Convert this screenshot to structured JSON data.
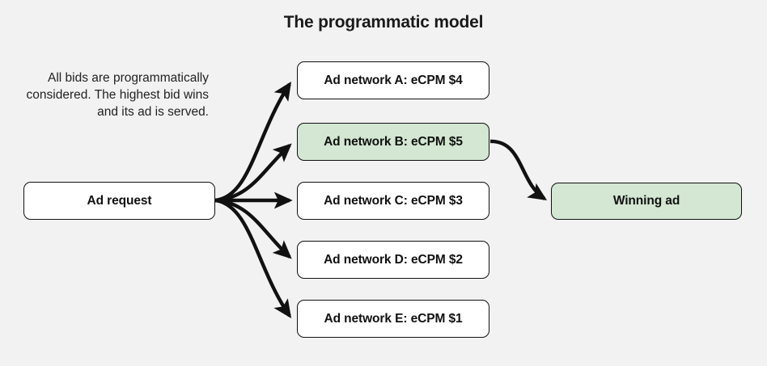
{
  "page": {
    "title": "The programmatic model",
    "background_color": "#f2f2f2",
    "text_color": "#1a1a1a"
  },
  "caption": {
    "text": "All bids are programmatically considered. The highest bid wins and its ad is served."
  },
  "diagram": {
    "type": "flow-diagram",
    "accent_green": "#d3e7d2",
    "stroke_color": "#111111",
    "source": {
      "id": "ad-request",
      "label": "Ad request",
      "highlighted": false
    },
    "networks": [
      {
        "id": "ad-network-a",
        "label": "Ad network A: eCPM $4",
        "network": "A",
        "ecpm": 4,
        "highlighted": false
      },
      {
        "id": "ad-network-b",
        "label": "Ad network B: eCPM $5",
        "network": "B",
        "ecpm": 5,
        "highlighted": true
      },
      {
        "id": "ad-network-c",
        "label": "Ad network C: eCPM $3",
        "network": "C",
        "ecpm": 3,
        "highlighted": false
      },
      {
        "id": "ad-network-d",
        "label": "Ad network D: eCPM $2",
        "network": "D",
        "ecpm": 2,
        "highlighted": false
      },
      {
        "id": "ad-network-e",
        "label": "Ad network E: eCPM $1",
        "network": "E",
        "ecpm": 1,
        "highlighted": false
      }
    ],
    "winner": {
      "id": "winning-ad",
      "label": "Winning ad",
      "highlighted": true
    },
    "edges": [
      {
        "from": "ad-request",
        "to": "ad-network-a"
      },
      {
        "from": "ad-request",
        "to": "ad-network-b"
      },
      {
        "from": "ad-request",
        "to": "ad-network-c"
      },
      {
        "from": "ad-request",
        "to": "ad-network-d"
      },
      {
        "from": "ad-request",
        "to": "ad-network-e"
      },
      {
        "from": "ad-network-b",
        "to": "winning-ad"
      }
    ]
  }
}
